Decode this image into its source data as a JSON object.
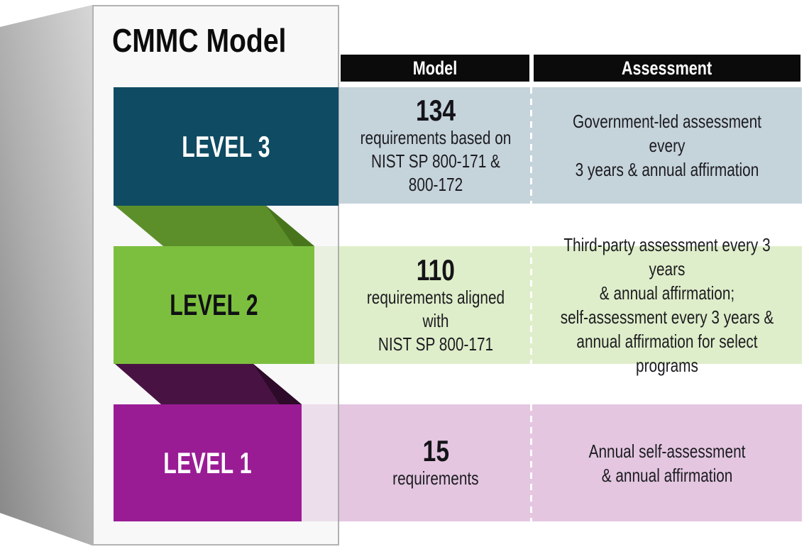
{
  "title": "CMMC Model",
  "table": {
    "headers": {
      "model": "Model",
      "assessment": "Assessment"
    }
  },
  "levels": [
    {
      "label": "LEVEL 3",
      "model_number": "134",
      "model_desc": "requirements based on\nNIST SP 800-171 &\n800-172",
      "assessment": "Government-led assessment every\n3 years & annual affirmation",
      "box_color": "#0f4b62",
      "row_color": "#c5d3db"
    },
    {
      "label": "LEVEL 2",
      "model_number": "110",
      "model_desc": "requirements aligned with\nNIST SP 800-171",
      "assessment": "Third-party assessment every 3 years\n& annual affirmation;\nself-assessment every 3 years &\nannual affirmation for select programs",
      "box_color": "#7cbf3f",
      "row_color": "#dfeeca"
    },
    {
      "label": "LEVEL 1",
      "model_number": "15",
      "model_desc": "requirements",
      "assessment": "Annual self-assessment\n& annual affirmation",
      "box_color": "#9a1c95",
      "row_color": "#e4c6e1"
    }
  ],
  "palette": {
    "header_bg": "#0b0b0b",
    "header_text": "#ffffff",
    "ribbon_green": "#5c8f2a",
    "ribbon_green_shadow": "#48751c",
    "ribbon_purple": "#481342",
    "ribbon_purple_shadow": "#2d0a29",
    "panel_bg": "#f2f2f2",
    "side_face_light": "#d6d6d6",
    "side_face_dark": "#878787",
    "text": "#1c1c20"
  }
}
